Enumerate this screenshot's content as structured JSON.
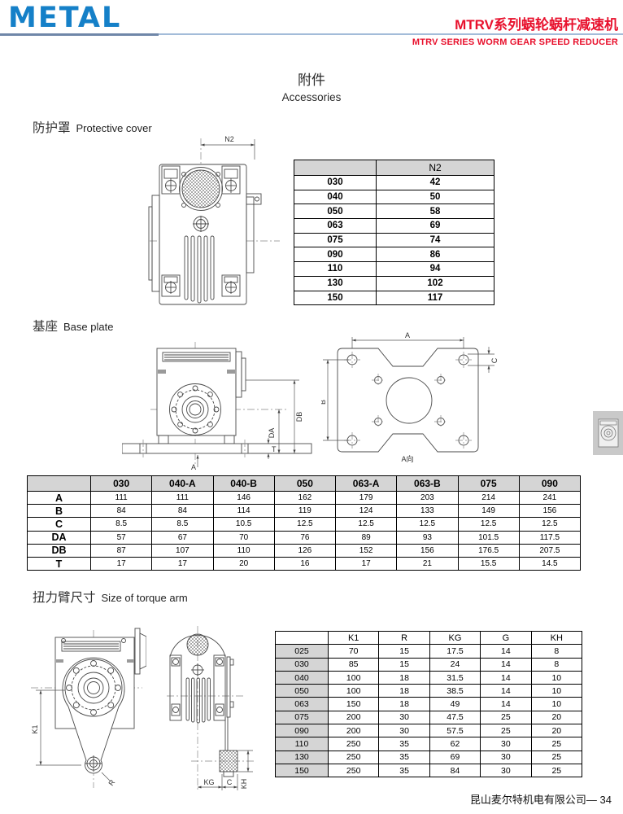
{
  "header": {
    "logo": "METAL",
    "title_cn": "MTRV系列蜗轮蜗杆减速机",
    "title_en": "MTRV SERIES WORM GEAR SPEED REDUCER",
    "accent_red": "#e8112d",
    "logo_blue": "#1580c8"
  },
  "page_title": {
    "cn": "附件",
    "en": "Accessories"
  },
  "sections": {
    "protective_cover": {
      "cn": "防护罩",
      "en": "Protective cover"
    },
    "base_plate": {
      "cn": "基座",
      "en": "Base plate"
    },
    "torque_arm": {
      "cn": "扭力臂尺寸",
      "en": "Size of torque arm"
    }
  },
  "n2_table": {
    "columns": [
      "",
      "N2"
    ],
    "rows": [
      [
        "030",
        "42"
      ],
      [
        "040",
        "50"
      ],
      [
        "050",
        "58"
      ],
      [
        "063",
        "69"
      ],
      [
        "075",
        "74"
      ],
      [
        "090",
        "86"
      ],
      [
        "110",
        "94"
      ],
      [
        "130",
        "102"
      ],
      [
        "150",
        "117"
      ]
    ]
  },
  "base_plate_table": {
    "columns": [
      "",
      "030",
      "040-A",
      "040-B",
      "050",
      "063-A",
      "063-B",
      "075",
      "090"
    ],
    "rows": [
      [
        "A",
        "111",
        "111",
        "146",
        "162",
        "179",
        "203",
        "214",
        "241"
      ],
      [
        "B",
        "84",
        "84",
        "114",
        "119",
        "124",
        "133",
        "149",
        "156"
      ],
      [
        "C",
        "8.5",
        "8.5",
        "10.5",
        "12.5",
        "12.5",
        "12.5",
        "12.5",
        "12.5"
      ],
      [
        "DA",
        "57",
        "67",
        "70",
        "76",
        "89",
        "93",
        "101.5",
        "117.5"
      ],
      [
        "DB",
        "87",
        "107",
        "110",
        "126",
        "152",
        "156",
        "176.5",
        "207.5"
      ],
      [
        "T",
        "17",
        "17",
        "20",
        "16",
        "17",
        "21",
        "15.5",
        "14.5"
      ]
    ]
  },
  "torque_arm_table": {
    "columns": [
      "",
      "K1",
      "R",
      "KG",
      "G",
      "KH"
    ],
    "rows": [
      [
        "025",
        "70",
        "15",
        "17.5",
        "14",
        "8"
      ],
      [
        "030",
        "85",
        "15",
        "24",
        "14",
        "8"
      ],
      [
        "040",
        "100",
        "18",
        "31.5",
        "14",
        "10"
      ],
      [
        "050",
        "100",
        "18",
        "38.5",
        "14",
        "10"
      ],
      [
        "063",
        "150",
        "18",
        "49",
        "14",
        "10"
      ],
      [
        "075",
        "200",
        "30",
        "47.5",
        "25",
        "20"
      ],
      [
        "090",
        "200",
        "30",
        "57.5",
        "25",
        "20"
      ],
      [
        "110",
        "250",
        "35",
        "62",
        "30",
        "25"
      ],
      [
        "130",
        "250",
        "35",
        "69",
        "30",
        "25"
      ],
      [
        "150",
        "250",
        "35",
        "84",
        "30",
        "25"
      ]
    ]
  },
  "drawings": {
    "protective_cover": {
      "dim_n2": "N2"
    },
    "base_plate_front": {
      "dim_a": "A",
      "dim_da": "DA",
      "dim_db": "DB",
      "dim_t": "T"
    },
    "base_plate_plan": {
      "dim_a": "A",
      "dim_b": "B",
      "dim_c": "C",
      "view_label": "A向"
    },
    "torque_arm_front": {
      "dim_k1": "K1",
      "dim_r": "R"
    },
    "torque_arm_side": {
      "dim_kg": "KG",
      "dim_c": "C",
      "dim_kh": "KH"
    }
  },
  "footer": {
    "company_page": "昆山麦尔特机电有限公司— 34"
  }
}
